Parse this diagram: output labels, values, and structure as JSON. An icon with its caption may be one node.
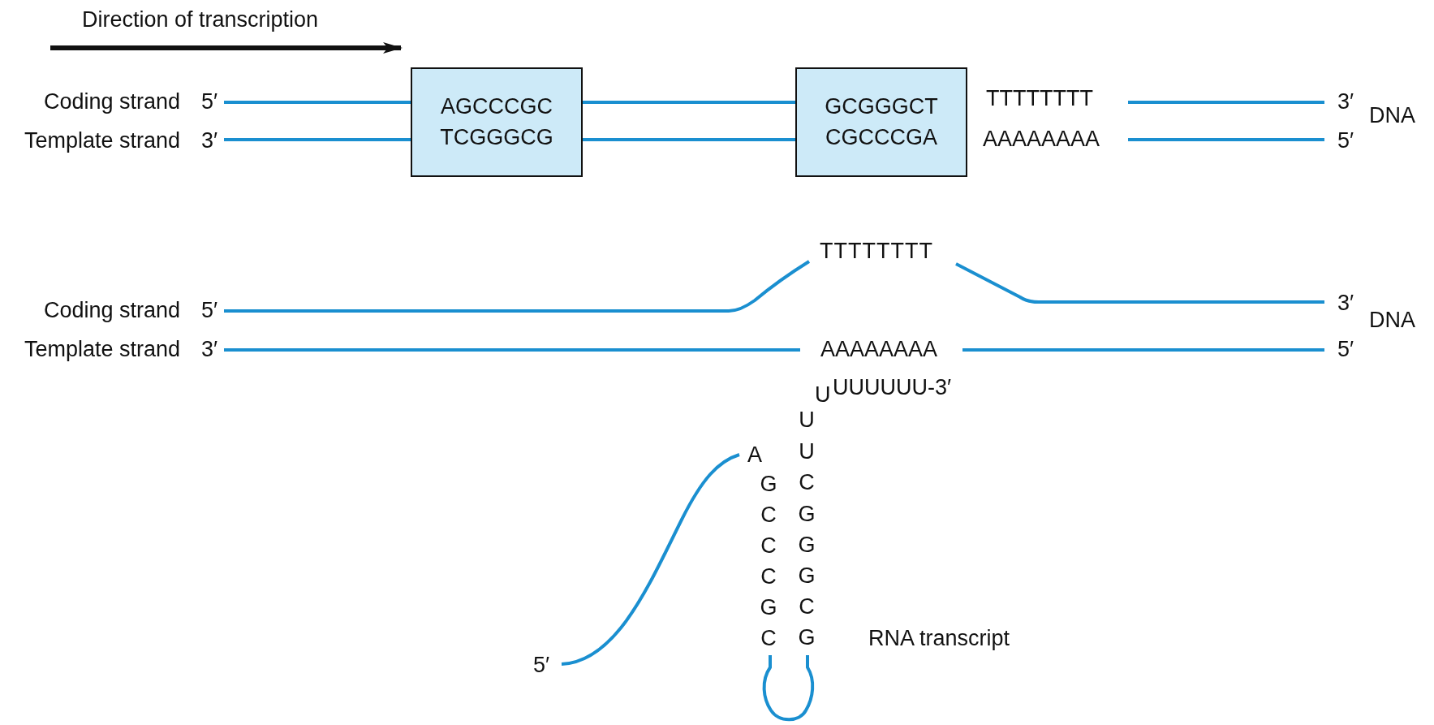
{
  "diagram": {
    "nodes": [
      {
        "text": [
          "AGCCCGC",
          "TCGGGCG"
        ]
      },
      {
        "text": [
          "GCGGGCT",
          "CGCCCGA"
        ]
      }
    ],
    "edges": [
      {
        "from": 0,
        "to": 1,
        "arrow": "none"
      },
      {
        "from": 0,
        "to": 1,
        "arrow": "none"
      }
    ],
    "labels": [
      "Direction of transcription",
      "Coding strand",
      "5′",
      "TTTTTTTT",
      "3′",
      "DNA",
      "Template strand",
      "3′",
      "AAAAAAAA",
      "5′",
      "TTTTTTTT",
      "Coding strand",
      "5′",
      "3′",
      "DNA",
      "Template strand",
      "3′",
      "AAAAAAAA",
      "5′",
      "U",
      "UUUUUU-3′",
      "U",
      "A",
      "U",
      "G",
      "C",
      "C",
      "G",
      "C",
      "G",
      "C",
      "G",
      "G",
      "C",
      "C",
      "G",
      "RNA transcript",
      "5′"
    ]
  }
}
